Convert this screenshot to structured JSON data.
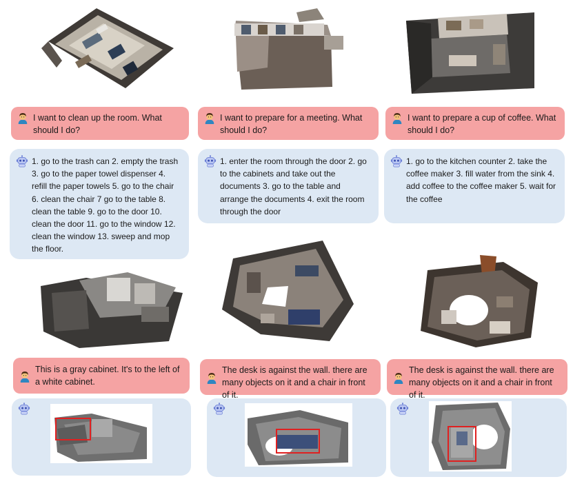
{
  "top_row": [
    {
      "question": "I want to clean up the room. What should I do?",
      "answer": "1. go to the trash can 2. empty the trash 3. go to the paper towel dispenser 4. refill the paper towels 5. go to the chair 6. clean the chair 7 go to the table 8. clean the table  9. go to the door 10. clean the door 11. go to the window 12. clean the window 13. sweep and mop the floor."
    },
    {
      "question": "I want to prepare for a meeting. What should I do?",
      "answer": "1. enter the room through the door 2. go to the cabinets and take out the documents 3. go to the table and arrange the documents 4. exit the room through the door"
    },
    {
      "question": "I want to prepare a cup of coffee. What should I do?",
      "answer": "1. go to the kitchen counter 2. take the coffee maker  3. fill water from the sink 4. add coffee to the coffee maker 5. wait for the coffee"
    }
  ],
  "bottom_row": [
    {
      "description": "This is a gray cabinet. It's to the left of a white cabinet."
    },
    {
      "description": "The desk is against the wall. there are many objects on it and a chair in front of it."
    },
    {
      "description": "The desk is against the wall. there are many objects on it and a chair in front of it."
    }
  ],
  "icons": {
    "user": "person-emoji-icon",
    "assistant": "robot-icon"
  },
  "colors": {
    "user_bubble": "#f5a3a3",
    "assistant_bubble": "#dde8f4",
    "bounding_box": "#e02020"
  }
}
